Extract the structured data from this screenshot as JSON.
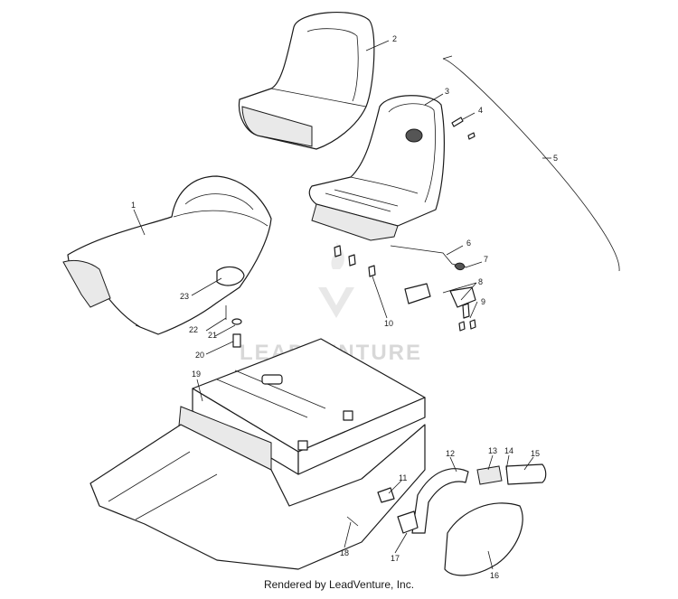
{
  "callouts": [
    "1",
    "2",
    "3",
    "4",
    "5",
    "6",
    "7",
    "8",
    "9",
    "10",
    "11",
    "12",
    "13",
    "14",
    "15",
    "16",
    "17",
    "18",
    "19",
    "20",
    "21",
    "22",
    "23"
  ],
  "watermark": {
    "brand": "LEADVENTURE",
    "logo": "leadventure-logo-icon"
  },
  "footer": "Rendered by LeadVenture, Inc."
}
